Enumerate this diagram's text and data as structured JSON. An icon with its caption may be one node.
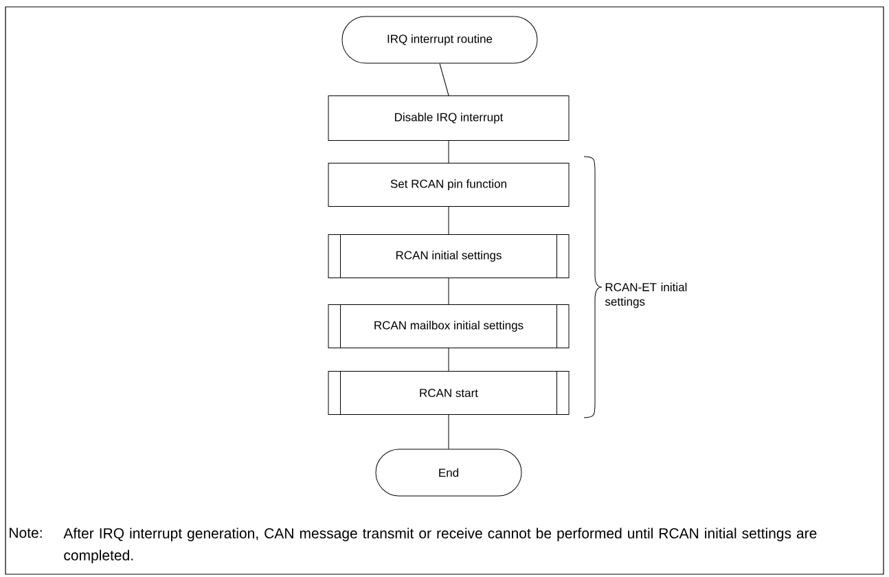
{
  "diagram": {
    "nodes": [
      {
        "text": [
          "IRQ interrupt routine"
        ]
      },
      {
        "text": [
          "Disable IRQ interrupt"
        ]
      },
      {
        "text": [
          "Set RCAN pin function"
        ]
      },
      {
        "text": [
          "RCAN initial settings"
        ]
      },
      {
        "text": [
          "RCAN mailbox initial settings"
        ]
      },
      {
        "text": [
          "RCAN start"
        ]
      },
      {
        "text": [
          "End"
        ]
      }
    ],
    "edges": [
      {
        "from": 0,
        "to": 1,
        "arrow": "none"
      },
      {
        "from": 1,
        "to": 2,
        "arrow": "none"
      },
      {
        "from": 2,
        "to": 3,
        "arrow": "none"
      },
      {
        "from": 3,
        "to": 4,
        "arrow": "none"
      },
      {
        "from": 4,
        "to": 5,
        "arrow": "none"
      },
      {
        "from": 5,
        "to": 6,
        "arrow": "none"
      }
    ],
    "labels": [
      "RCAN-ET initial settings",
      "Note:",
      "After IRQ interrupt generation, CAN message transmit or receive cannot be performed until RCAN initial settings are completed."
    ]
  }
}
